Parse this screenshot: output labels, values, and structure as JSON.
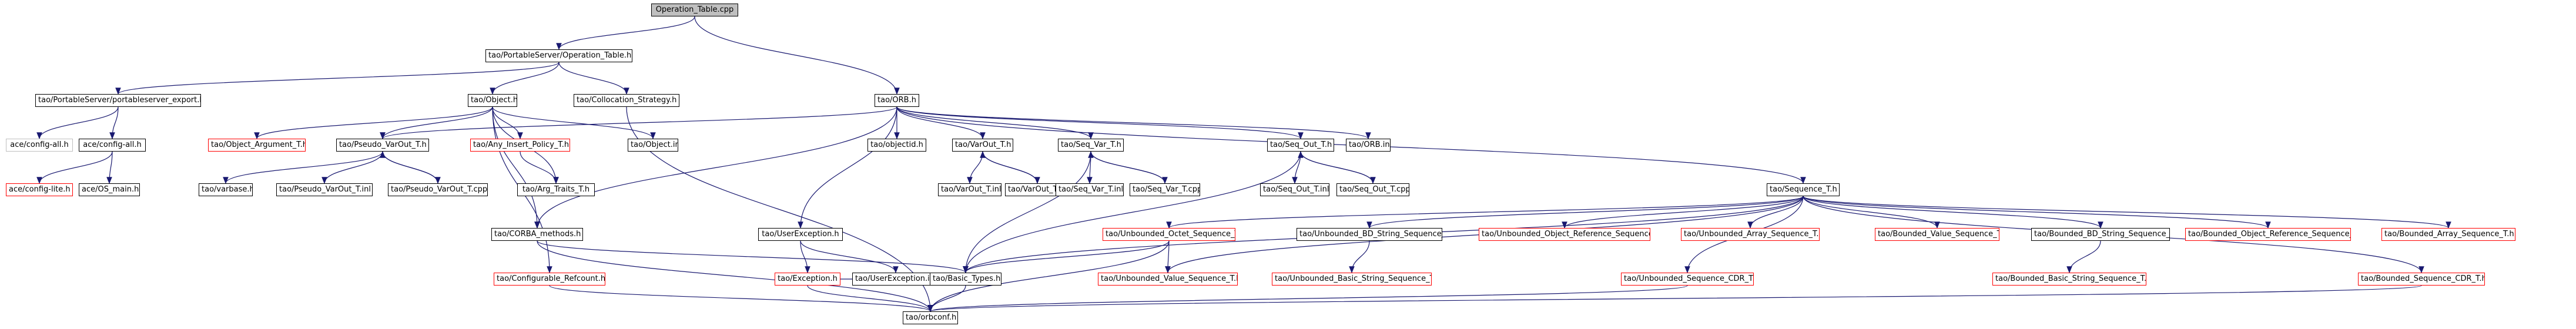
{
  "colors": {
    "edge": "#191970",
    "box": "#000000",
    "missing": "#ff0000",
    "external": "#bfbfbf",
    "root_fill": "#bfbfbf"
  },
  "nodes": {
    "operation_table_cpp": "Operation_Table.cpp",
    "operation_table_h": "tao/PortableServer/Operation_Table.h",
    "portableserver_export_h": "tao/PortableServer/portableserver_export.h",
    "object_h": "tao/Object.h",
    "collocation_strategy_h": "tao/Collocation_Strategy.h",
    "orb_h": "tao/ORB.h",
    "ace_config_all_h_ext": "ace/config-all.h",
    "ace_config_all_h": "ace/config-all.h",
    "ace_config_lite_h": "ace/config-lite.h",
    "ace_os_main_h": "ace/OS_main.h",
    "object_argument_t_h": "tao/Object_Argument_T.h",
    "pseudo_varout_t_h": "tao/Pseudo_VarOut_T.h",
    "any_insert_policy_t_h": "tao/Any_Insert_Policy_T.h",
    "object_inl": "tao/Object.inl",
    "varbase_h": "tao/varbase.h",
    "pseudo_varout_t_inl": "tao/Pseudo_VarOut_T.inl",
    "pseudo_varout_t_cpp": "tao/Pseudo_VarOut_T.cpp",
    "arg_traits_t_h": "tao/Arg_Traits_T.h",
    "corba_methods_h": "tao/CORBA_methods.h",
    "configurable_refcount_h": "tao/Configurable_Refcount.h",
    "orb_inl": "tao/ORB.inl",
    "objectid_h": "tao/objectid.h",
    "varout_t_h": "tao/VarOut_T.h",
    "seq_var_t_h": "tao/Seq_Var_T.h",
    "seq_out_t_h": "tao/Seq_Out_T.h",
    "userexception_h": "tao/UserException.h",
    "varout_t_inl": "tao/VarOut_T.inl",
    "varout_t_cpp": "tao/VarOut_T.cpp",
    "seq_var_t_inl": "tao/Seq_Var_T.inl",
    "seq_var_t_cpp": "tao/Seq_Var_T.cpp",
    "seq_out_t_inl": "tao/Seq_Out_T.inl",
    "seq_out_t_cpp": "tao/Seq_Out_T.cpp",
    "exception_h": "tao/Exception.h",
    "userexception_inl": "tao/UserException.inl",
    "sequence_t_h": "tao/Sequence_T.h",
    "basic_types_h": "tao/Basic_Types.h",
    "orbconf_h": "tao/orbconf.h",
    "unbounded_octet_sequence_t_h": "tao/Unbounded_Octet_Sequence_T.h",
    "unbounded_value_sequence_t_h": "tao/Unbounded_Value_Sequence_T.h",
    "unbounded_bd_string_sequence_t_h": "tao/Unbounded_BD_String_Sequence_T.h",
    "unbounded_basic_string_sequence_t_h": "tao/Unbounded_Basic_String_Sequence_T.h",
    "unbounded_object_reference_sequence_t_h": "tao/Unbounded_Object_Reference_Sequence_T.h",
    "unbounded_array_sequence_t_h": "tao/Unbounded_Array_Sequence_T.h",
    "unbounded_sequence_cdr_t_h": "tao/Unbounded_Sequence_CDR_T.h",
    "bounded_value_sequence_t_h": "tao/Bounded_Value_Sequence_T.h",
    "bounded_bd_string_sequence_t_h": "tao/Bounded_BD_String_Sequence_T.h",
    "bounded_basic_string_sequence_t_h": "tao/Bounded_Basic_String_Sequence_T.h",
    "bounded_object_reference_sequence_t_h": "tao/Bounded_Object_Reference_Sequence_T.h",
    "bounded_array_sequence_t_h": "tao/Bounded_Array_Sequence_T.h",
    "bounded_sequence_cdr_t_h": "tao/Bounded_Sequence_CDR_T.h"
  }
}
